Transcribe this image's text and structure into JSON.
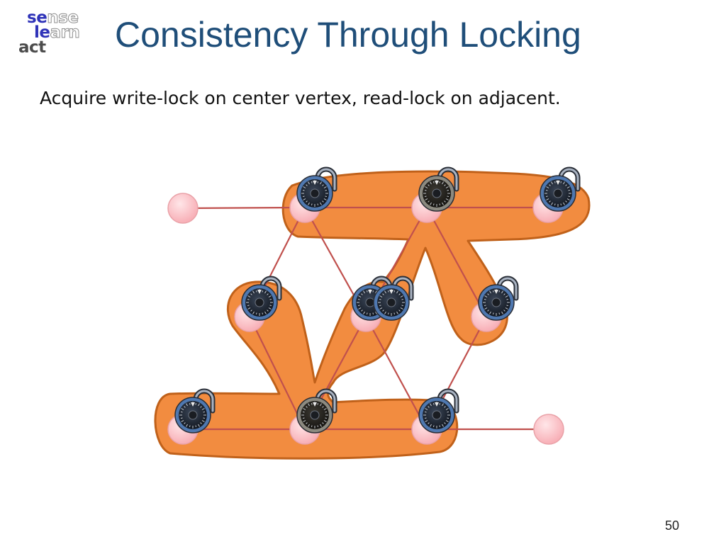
{
  "logo": {
    "row1": {
      "hl": "se",
      "lo": "nse"
    },
    "row2": {
      "hl": "le",
      "lo": "arn"
    },
    "row3": {
      "hl": "act"
    }
  },
  "slide": {
    "title": "Consistency Through Locking",
    "subtitle": "Acquire write-lock on center vertex, read-lock on adjacent.",
    "page_number": "50"
  },
  "colors": {
    "title": "#1f4e79",
    "region_fill": "#f28c40",
    "region_stroke": "#c0611a",
    "vertex_fill": "#fcc8cc",
    "vertex_stroke": "#e9a2a8",
    "edge": "#c0504d",
    "read_lock": "#4f78b0",
    "write_lock": "#8c8a80"
  },
  "graph": {
    "vertices": [
      {
        "id": "v0",
        "lock": "none"
      },
      {
        "id": "v1",
        "lock": "read"
      },
      {
        "id": "v2",
        "lock": "write"
      },
      {
        "id": "v3",
        "lock": "read"
      },
      {
        "id": "v4",
        "lock": "read"
      },
      {
        "id": "v5",
        "lock": "read-double"
      },
      {
        "id": "v6",
        "lock": "read"
      },
      {
        "id": "v7",
        "lock": "read"
      },
      {
        "id": "v8",
        "lock": "write"
      },
      {
        "id": "v9",
        "lock": "read"
      },
      {
        "id": "v10",
        "lock": "none"
      }
    ],
    "edges": [
      [
        "v0",
        "v1"
      ],
      [
        "v1",
        "v2"
      ],
      [
        "v2",
        "v3"
      ],
      [
        "v1",
        "v4"
      ],
      [
        "v1",
        "v5"
      ],
      [
        "v2",
        "v5"
      ],
      [
        "v2",
        "v6"
      ],
      [
        "v4",
        "v8"
      ],
      [
        "v5",
        "v8"
      ],
      [
        "v5",
        "v9"
      ],
      [
        "v6",
        "v9"
      ],
      [
        "v7",
        "v8"
      ],
      [
        "v8",
        "v9"
      ],
      [
        "v9",
        "v10"
      ]
    ]
  }
}
